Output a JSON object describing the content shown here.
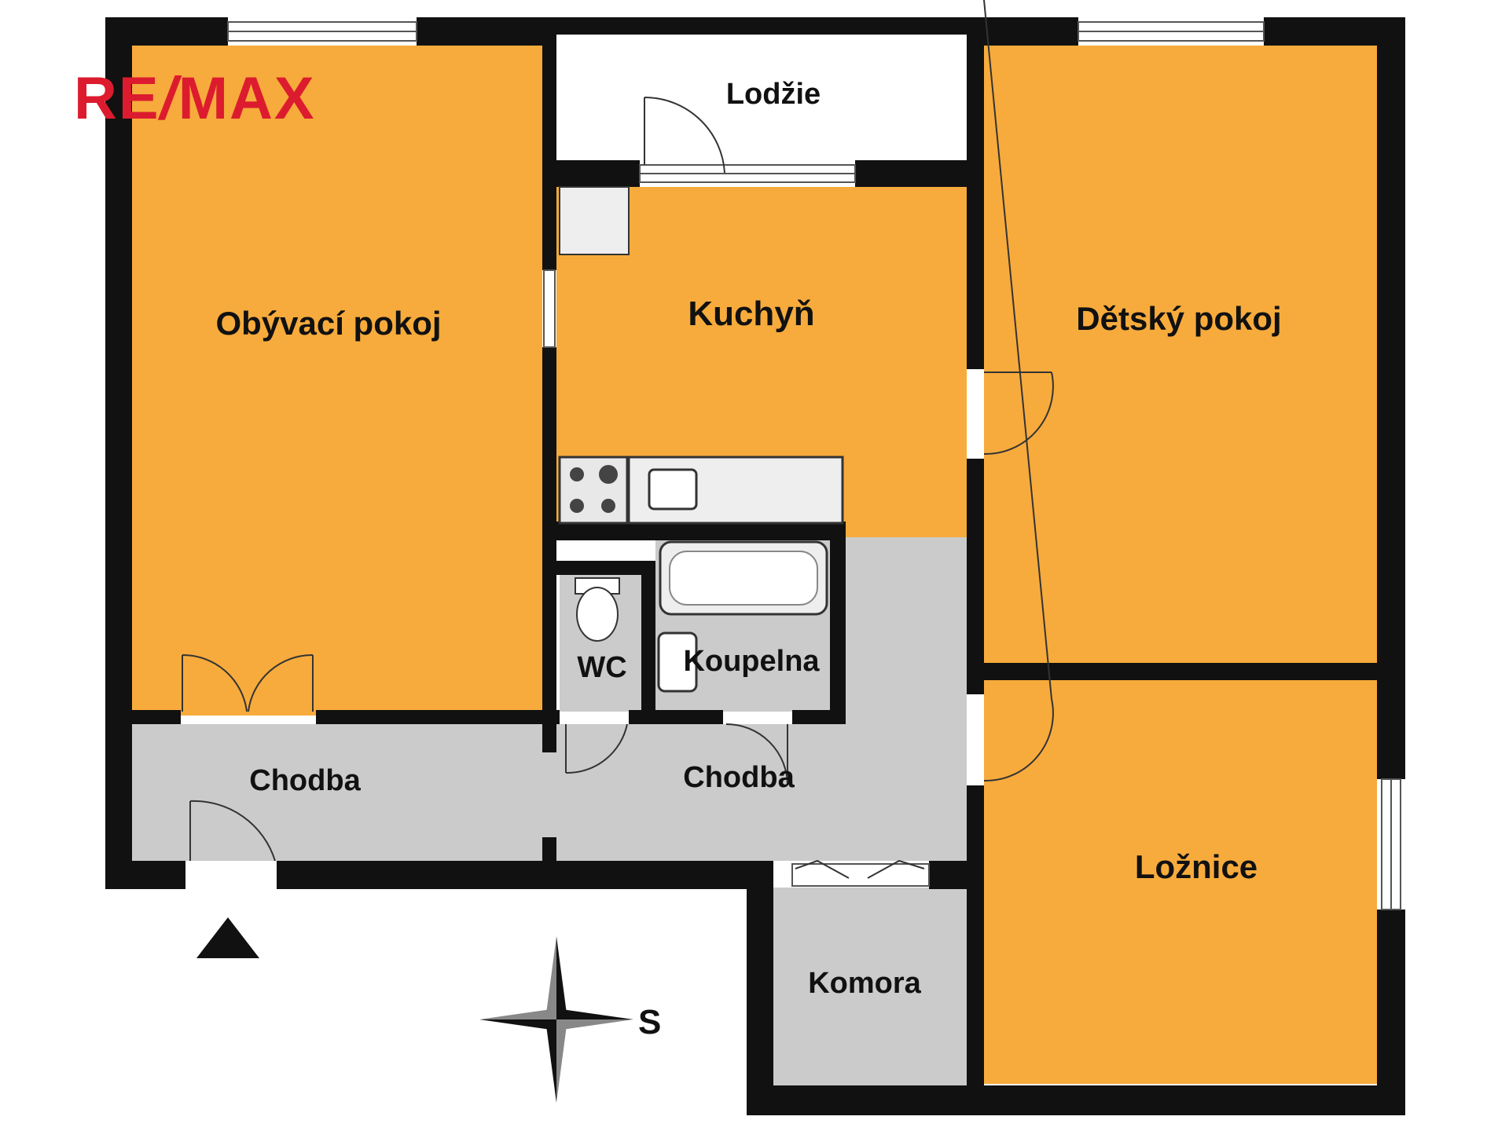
{
  "brand": {
    "logo_text": "RE/MAX",
    "logo_part1": "RE",
    "logo_slash": "/",
    "logo_part2": "MAX",
    "color": "#dc1c2e"
  },
  "colors": {
    "room_fill": "#f7ab3c",
    "hall_fill": "#cbcbcb",
    "wall": "#111111"
  },
  "rooms": {
    "obyvaci": "Obývací pokoj",
    "lodzie": "Lodžie",
    "kuchyn": "Kuchyň",
    "detsky": "Dětský pokoj",
    "wc": "WC",
    "koupelna": "Koupelna",
    "chodba_left": "Chodba",
    "chodba_right": "Chodba",
    "loznice": "Ložnice",
    "komora": "Komora"
  },
  "compass": {
    "label": "S",
    "icon": "compass-rose-icon"
  },
  "entrance": {
    "icon": "entrance-arrow-icon"
  }
}
